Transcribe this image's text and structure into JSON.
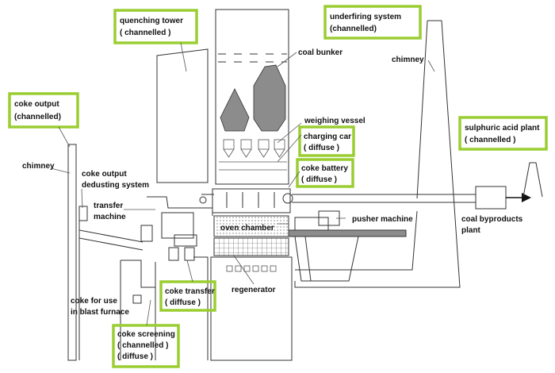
{
  "colors": {
    "highlight_box": "#9acd32",
    "bunker_fill": "#8c8c8c",
    "line": "#333333"
  },
  "highlighted_labels": {
    "quenching_tower": [
      "quenching tower",
      "( channelled )"
    ],
    "underfiring_system": [
      "underfiring system",
      "(channelled)"
    ],
    "coke_output": [
      "coke output",
      "(channelled)"
    ],
    "charging_car": [
      "charging car",
      "( diffuse )"
    ],
    "coke_battery": [
      "coke battery",
      "( diffuse )"
    ],
    "sulphuric_acid_plant": [
      "sulphuric acid plant",
      "( channelled )"
    ],
    "coke_transfer": [
      "coke transfer",
      "( diffuse )"
    ],
    "coke_screening": [
      "coke screening",
      "( channelled )",
      "( diffuse )"
    ]
  },
  "labels": {
    "coal_bunker": "coal bunker",
    "chimney_right": "chimney",
    "weighing_vessel": "weighing vessel",
    "chimney_left": "chimney",
    "coke_output_dedusting": [
      "coke output",
      "dedusting system"
    ],
    "transfer_machine": [
      "transfer",
      "machine"
    ],
    "oven_chamber": "oven chamber",
    "pusher_machine": "pusher machine",
    "coal_byproducts_plant": [
      "coal byproducts",
      "plant"
    ],
    "regenerator": "regenerator",
    "coke_for_use": [
      "coke for use",
      "in blast furnace"
    ]
  }
}
